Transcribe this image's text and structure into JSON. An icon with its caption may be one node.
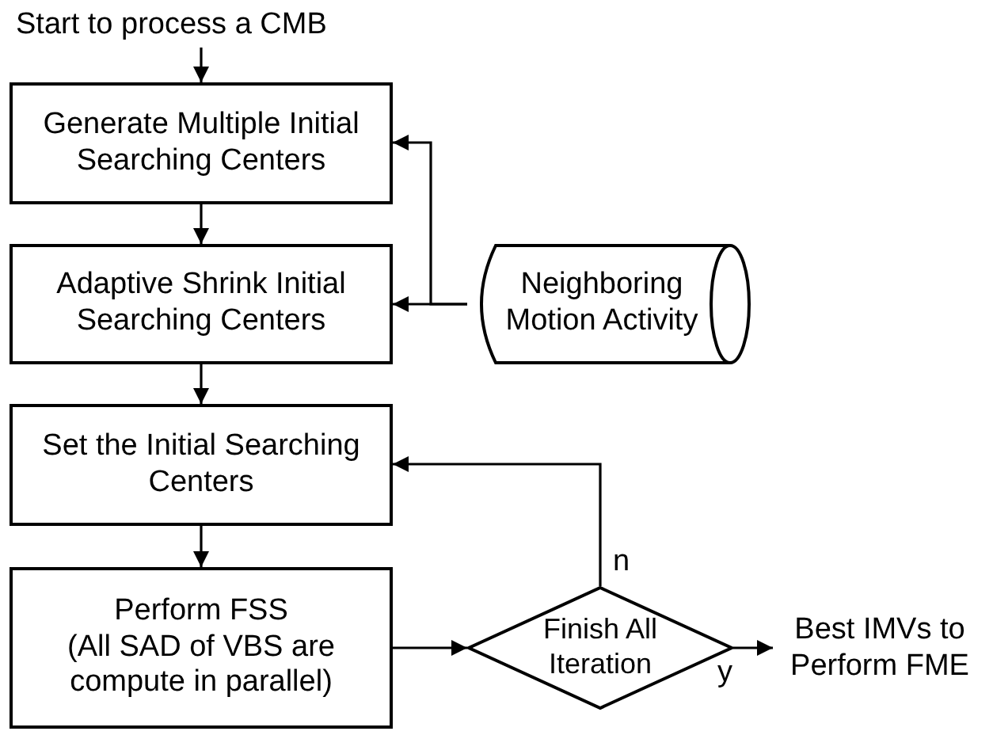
{
  "diagram": {
    "nodes": [
      {
        "text": [
          "Start to process a CMB"
        ]
      },
      {
        "text": [
          "Generate Multiple Initial Searching Centers"
        ]
      },
      {
        "text": [
          "Adaptive Shrink Initial Searching Centers"
        ]
      },
      {
        "text": [
          "Set the Initial Searching Centers"
        ]
      },
      {
        "text": [
          "Perform FSS",
          "(All SAD of VBS are compute in parallel)"
        ]
      },
      {
        "text": [
          "Neighboring Motion Activity"
        ]
      },
      {
        "text": [
          "Finish All Iteration"
        ]
      },
      {
        "text": [
          "Best IMVs to Perform FME"
        ]
      }
    ],
    "edges": [
      {
        "from": 0,
        "to": 1,
        "arrow": "to"
      },
      {
        "from": 1,
        "to": 2,
        "arrow": "to"
      },
      {
        "from": 2,
        "to": 3,
        "arrow": "to"
      },
      {
        "from": 3,
        "to": 4,
        "arrow": "to"
      },
      {
        "from": 5,
        "to": 1,
        "arrow": "to"
      },
      {
        "from": 5,
        "to": 2,
        "arrow": "to"
      },
      {
        "from": 4,
        "to": 6,
        "arrow": "to"
      },
      {
        "from": 6,
        "to": 3,
        "arrow": "to",
        "label": "n"
      },
      {
        "from": 6,
        "to": 7,
        "arrow": "to",
        "label": "y"
      }
    ]
  }
}
